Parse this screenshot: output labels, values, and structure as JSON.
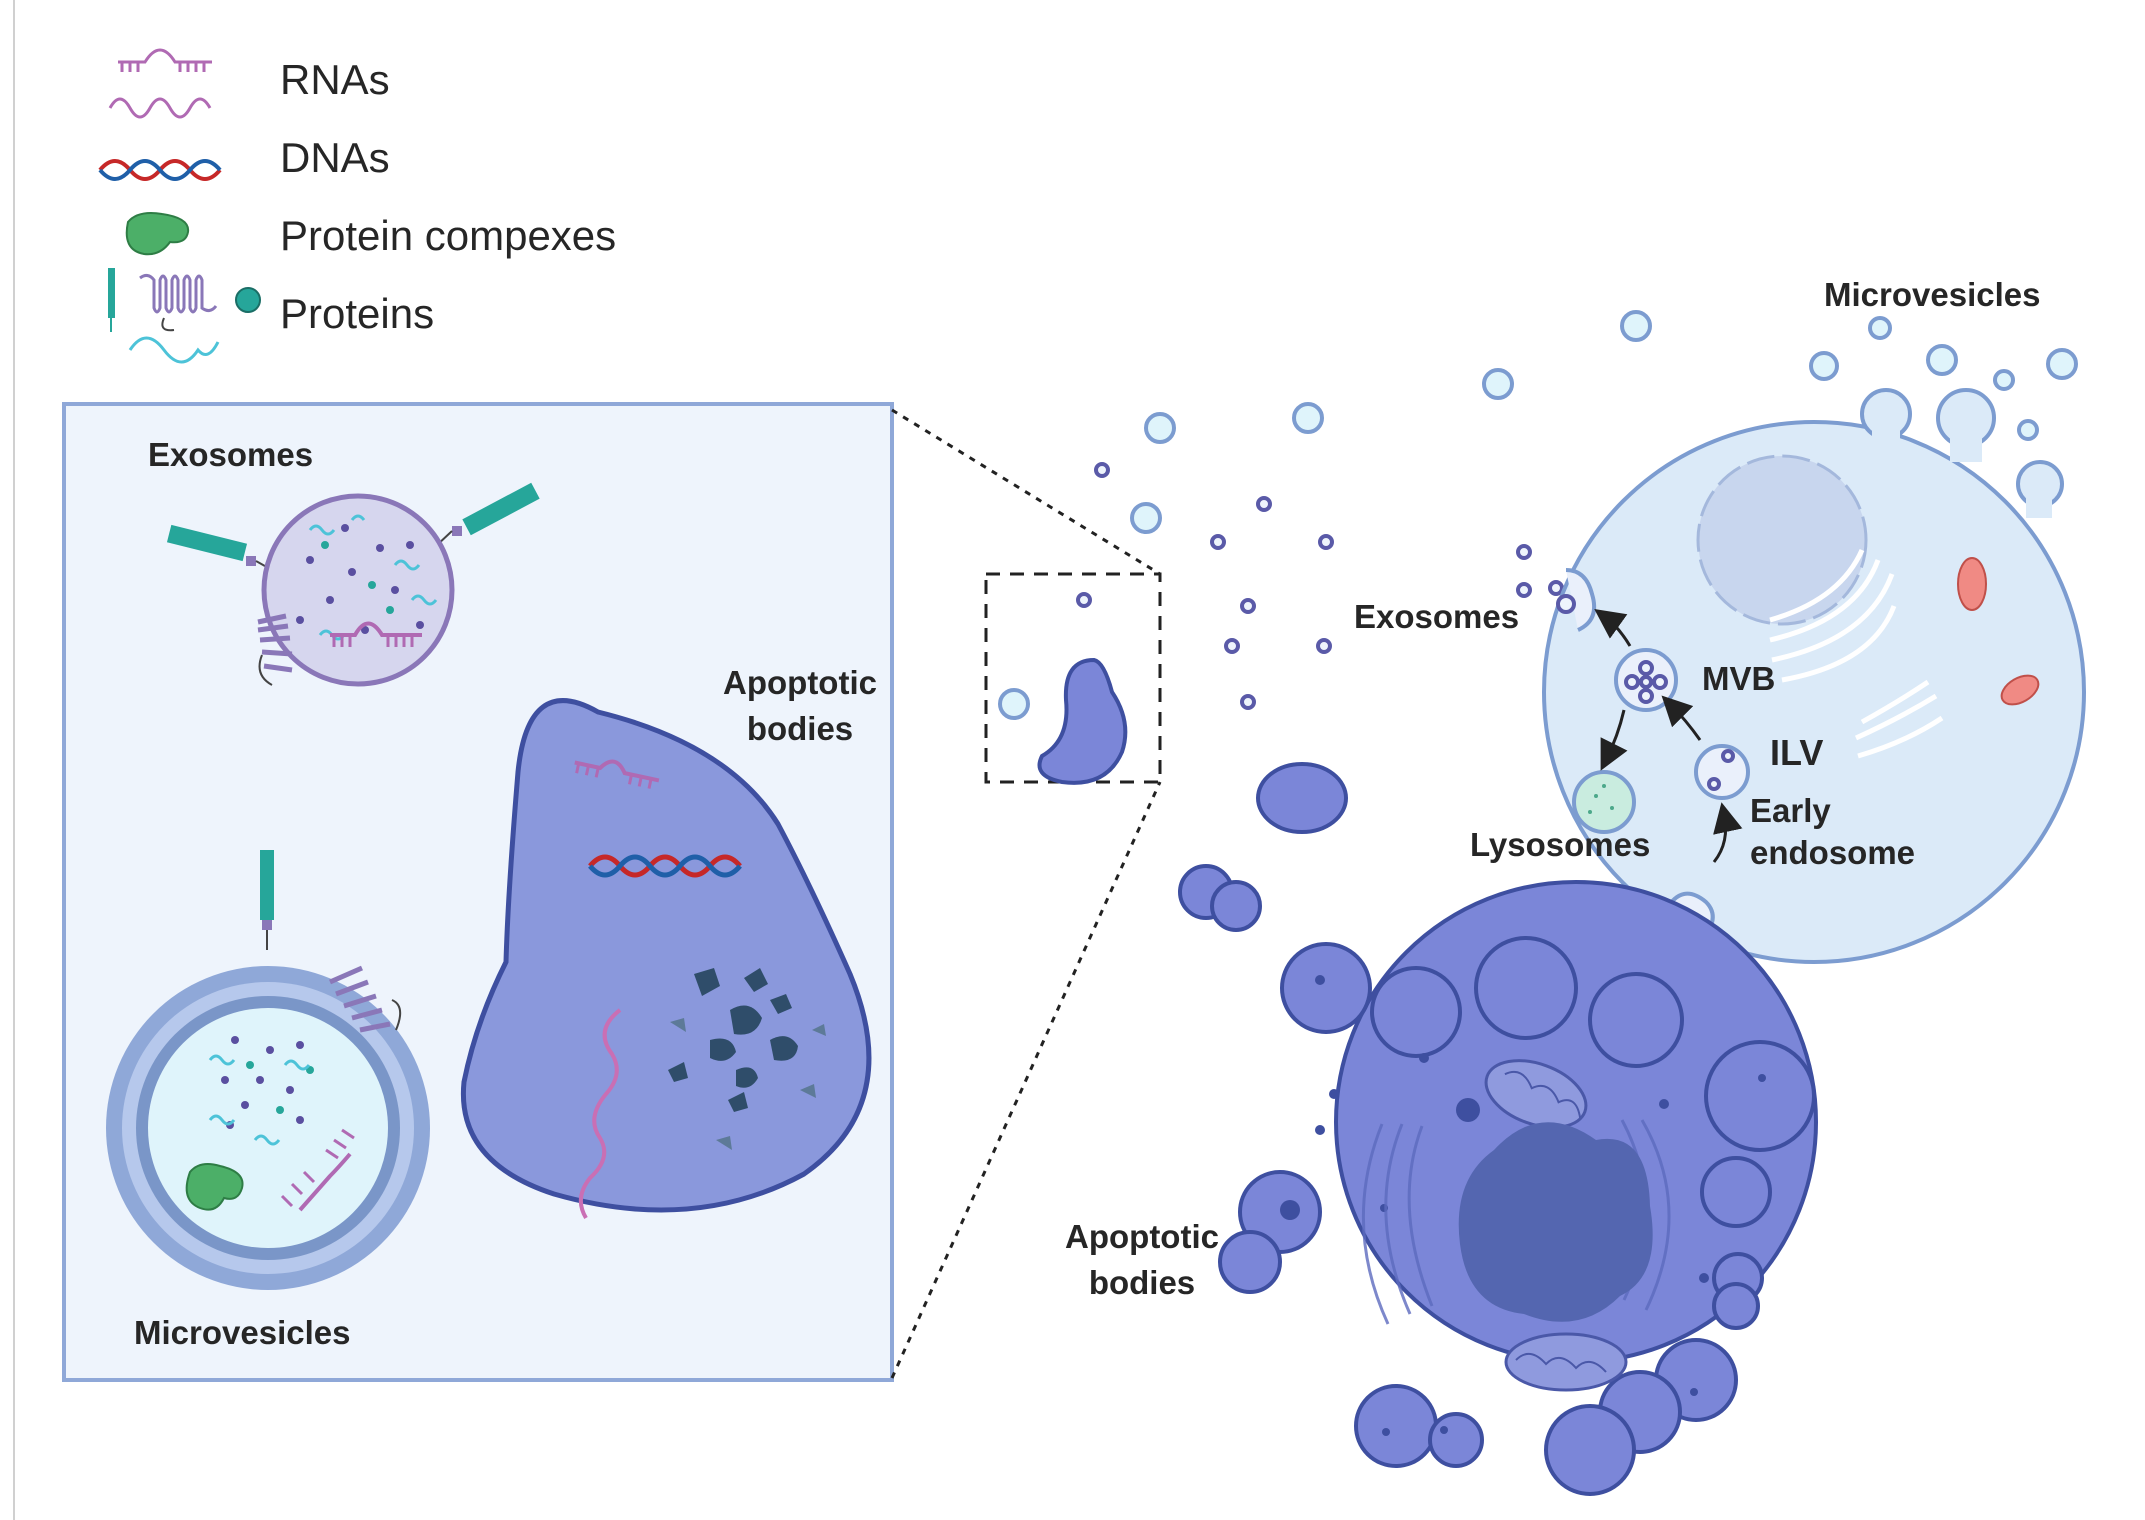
{
  "legend": {
    "rnas": "RNAs",
    "dnas": "DNAs",
    "protein_complexes": "Protein compexes",
    "proteins": "Proteins"
  },
  "inset": {
    "exosomes": "Exosomes",
    "apoptotic_bodies_line1": "Apoptotic",
    "apoptotic_bodies_line2": "bodies",
    "microvesicles": "Microvesicles"
  },
  "cell": {
    "microvesicles": "Microvesicles",
    "exosomes": "Exosomes",
    "mvb": "MVB",
    "ilv": "ILV",
    "early_endosome_line1": "Early",
    "early_endosome_line2": "endosome",
    "lysosomes": "Lysosomes",
    "apoptotic_bodies_line1": "Apoptotic",
    "apoptotic_bodies_line2": "bodies"
  },
  "colors": {
    "rna": "#b06ab3",
    "dna_red": "#c62828",
    "dna_blue": "#1f5fa8",
    "protein_complex": "#4caf68",
    "protein_teal": "#26a69a",
    "membrane_purple": "#8a77b8",
    "cell_fill": "#dbeaf8",
    "cell_stroke": "#7c9cd0",
    "apoptotic_fill": "#7b86d8",
    "apoptotic_dark": "#4a58a8",
    "inset_bg": "#eef4fc",
    "inset_border": "#8fa8d8"
  }
}
